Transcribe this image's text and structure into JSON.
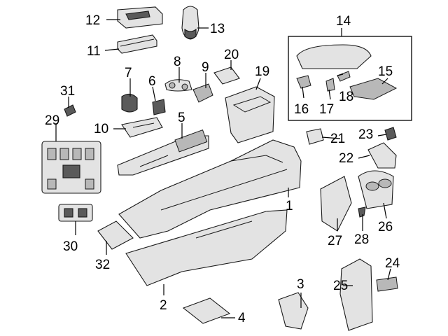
{
  "callouts": {
    "c1": "1",
    "c2": "2",
    "c3": "3",
    "c4": "4",
    "c5": "5",
    "c6": "6",
    "c7": "7",
    "c8": "8",
    "c9": "9",
    "c10": "10",
    "c11": "11",
    "c12": "12",
    "c13": "13",
    "c14": "14",
    "c15": "15",
    "c16": "16",
    "c17": "17",
    "c18": "18",
    "c19": "19",
    "c20": "20",
    "c21": "21",
    "c22": "22",
    "c23": "23",
    "c24": "24",
    "c25": "25",
    "c26": "26",
    "c27": "27",
    "c28": "28",
    "c29": "29",
    "c30": "30",
    "c31": "31",
    "c32": "32"
  },
  "colors": {
    "outline": "#1a1a1a",
    "fill": "#e3e3e3",
    "dark": "#5a5a5a",
    "background": "#ffffff"
  }
}
